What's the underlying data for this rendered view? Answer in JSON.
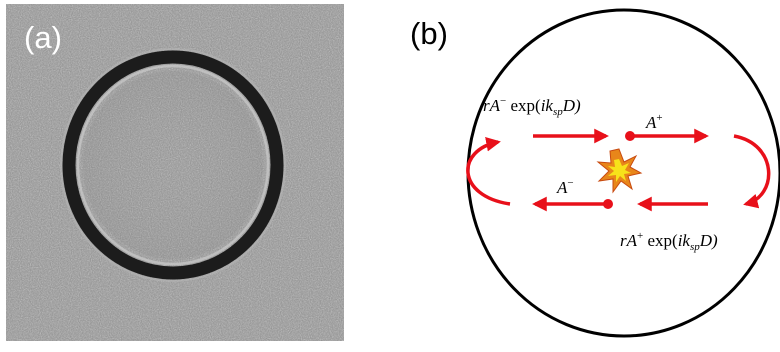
{
  "panel_a": {
    "label": "(a)"
  },
  "panel_b": {
    "label": "(b)",
    "annotation_top": {
      "prefix": "rA",
      "sup": "−",
      "mid": " exp(",
      "i": "ik",
      "sub": "sp",
      "end": "D)"
    },
    "annotation_bottom": {
      "prefix": "rA",
      "sup": "+",
      "mid": " exp(",
      "i": "ik",
      "sub": "sp",
      "end": "D)"
    },
    "a_plus": {
      "base": "A",
      "sup": "+"
    },
    "a_minus": {
      "base": "A",
      "sup": "−"
    },
    "colors": {
      "arrow": "#e8101a",
      "star_outer": "#e8861a",
      "star_inner": "#f7e21a"
    }
  }
}
